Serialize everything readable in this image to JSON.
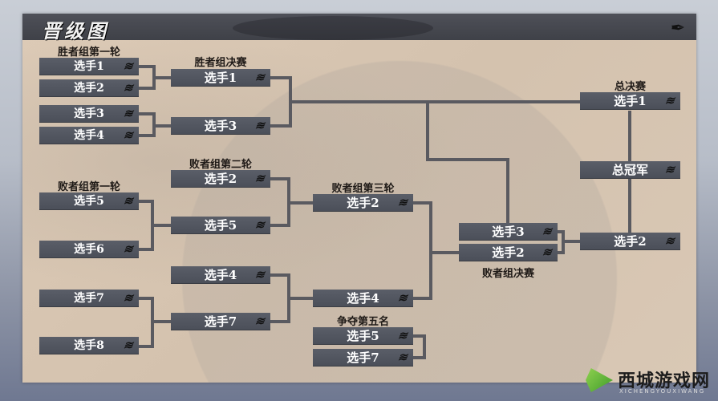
{
  "header": {
    "title": "晋级图"
  },
  "labels": {
    "winners_r1": "胜者组第一轮",
    "winners_final": "胜者组决赛",
    "losers_r1": "败者组第一轮",
    "losers_r2": "败者组第二轮",
    "losers_r3": "败者组第三轮",
    "losers_final": "败者组决赛",
    "fifth_place": "争夺第五名",
    "grand_final": "总决赛"
  },
  "bracket": {
    "winners_r1": [
      "选手1",
      "选手2",
      "选手3",
      "选手4"
    ],
    "winners_final": [
      "选手1",
      "选手3"
    ],
    "losers_r1": [
      "选手5",
      "选手6",
      "选手7",
      "选手8"
    ],
    "losers_r2": [
      "选手2",
      "选手5",
      "选手4",
      "选手7"
    ],
    "losers_r3": [
      "选手2",
      "选手4"
    ],
    "fifth_place": [
      "选手5",
      "选手7"
    ],
    "losers_final": [
      "选手3",
      "选手2"
    ],
    "grand_final": [
      "选手1",
      "选手2"
    ],
    "champion": "总冠军"
  },
  "watermark": {
    "name": "西城游戏网",
    "sub": "XICHENGYOUXIWANG"
  },
  "colors": {
    "box": "#4f535d",
    "line": "#5a5a60",
    "paper": "#d8c6b2",
    "header": "#45474e"
  }
}
